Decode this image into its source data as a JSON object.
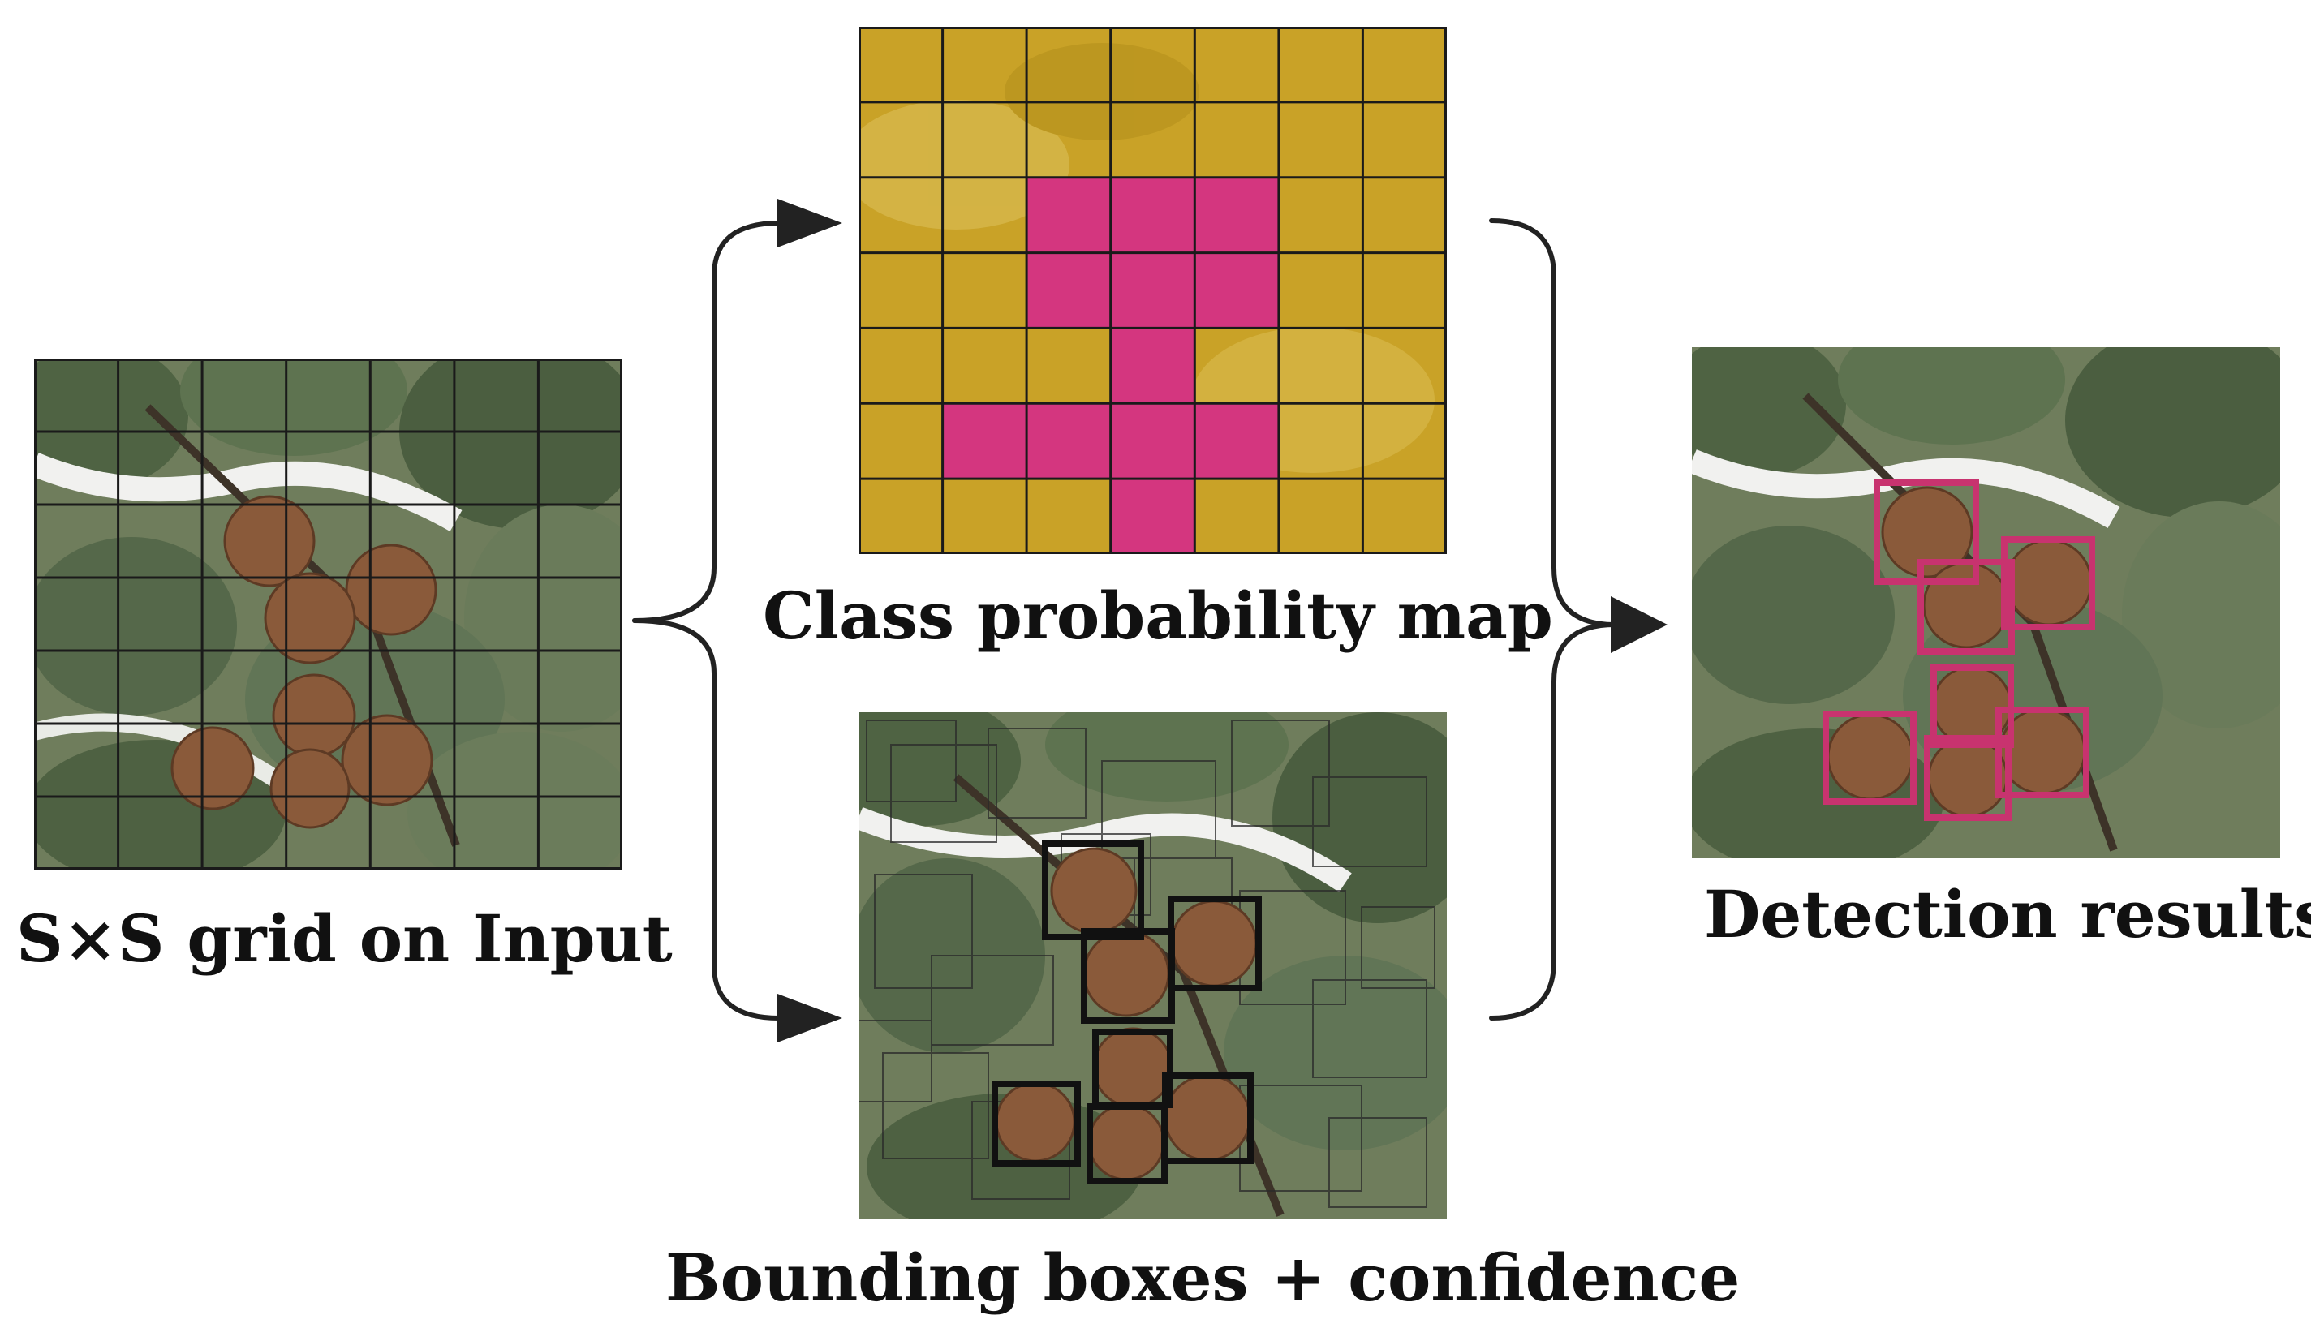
{
  "captions": {
    "input": "S×S grid on Input",
    "class_map": "Class probability map",
    "boxes": "Bounding boxes + confidence",
    "results": "Detection results"
  },
  "colors": {
    "grid_line": "#1a1a1a",
    "class_background": "#c9a227",
    "class_fruit": "#d4367f",
    "detection_box": "#c8336f",
    "confidence_box": "#111111",
    "leaf": "#5b6e4a",
    "kiwi": "#8a5a3a",
    "arrow": "#222222"
  },
  "grid": {
    "cols": 7,
    "rows": 7
  },
  "class_map": {
    "fruit_cells": [
      [
        2,
        2
      ],
      [
        3,
        2
      ],
      [
        4,
        2
      ],
      [
        2,
        3
      ],
      [
        3,
        3
      ],
      [
        4,
        3
      ],
      [
        3,
        4
      ],
      [
        1,
        5
      ],
      [
        2,
        5
      ],
      [
        3,
        5
      ],
      [
        4,
        5
      ],
      [
        3,
        6
      ]
    ]
  },
  "kiwis": [
    "kiwi-1",
    "kiwi-2",
    "kiwi-3",
    "kiwi-4",
    "kiwi-5",
    "kiwi-6",
    "kiwi-7"
  ]
}
